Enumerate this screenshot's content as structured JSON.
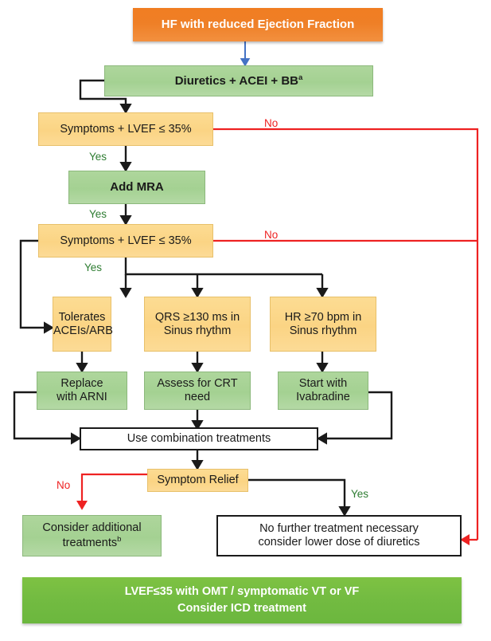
{
  "diagram": {
    "title": "HF with reduced Ejection Fraction treatment algorithm",
    "type": "flowchart",
    "colors": {
      "header_orange": "#f07d22",
      "process_green": "#a4d192",
      "decision_yellow": "#fbd484",
      "banner_green": "#72bb41",
      "yes_label": "#2e7d32",
      "no_label": "#ee2222",
      "blue_arrow": "#4472c4",
      "black_arrow": "#1a1a1a"
    },
    "nodes": {
      "header": "HF with reduced Ejection Fraction",
      "diuretics": "Diuretics + ACEI + BB",
      "diuretics_footnote": "a",
      "decision1": "Symptoms + LVEF ≤ 35%",
      "add_mra": "Add MRA",
      "decision2": "Symptoms + LVEF ≤ 35%",
      "tolerates": "Tolerates\nACEIs/ARB",
      "tolerates_line1": "Tolerates",
      "tolerates_line2": "ACEIs/ARB",
      "qrs_line1": "QRS ≥130 ms in",
      "qrs_line2": "Sinus rhythm",
      "hr_line1": "HR ≥70 bpm in",
      "hr_line2": "Sinus rhythm",
      "arni_line1": "Replace",
      "arni_line2": "with ARNI",
      "crt_line1": "Assess for CRT",
      "crt_line2": "need",
      "ivabradine_line1": "Start with",
      "ivabradine_line2": "Ivabradine",
      "combination": "Use combination treatments",
      "symptom_relief": "Symptom Relief",
      "consider_additional_line1": "Consider additional",
      "consider_additional_line2": "treatments",
      "consider_additional_footnote": "b",
      "no_further_line1": "No further treatment necessary",
      "no_further_line2": "consider lower dose of diuretics",
      "banner_line1": "LVEF≤35 with OMT / symptomatic VT or VF",
      "banner_line2": "Consider ICD treatment"
    },
    "edge_labels": {
      "no_1": "No",
      "yes_1": "Yes",
      "yes_2": "Yes",
      "no_2": "No",
      "yes_3": "Yes",
      "no_3": "No",
      "yes_4": "Yes"
    }
  }
}
